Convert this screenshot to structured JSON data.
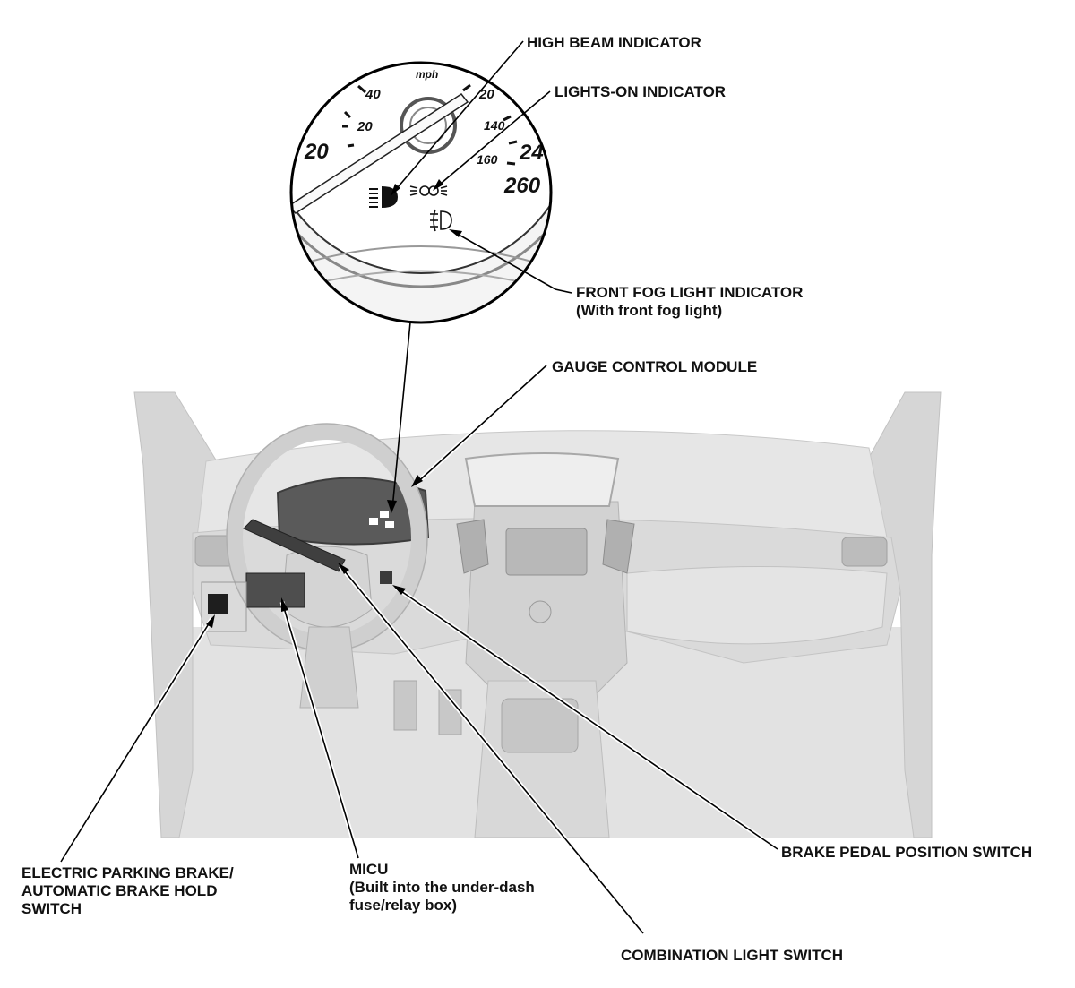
{
  "labels": {
    "high_beam": "HIGH BEAM INDICATOR",
    "lights_on": "LIGHTS-ON INDICATOR",
    "fog_line1": "FRONT FOG LIGHT INDICATOR",
    "fog_line2": "(With front fog light)",
    "gauge_module": "GAUGE CONTROL MODULE",
    "brake_pedal": "BRAKE PEDAL POSITION SWITCH",
    "combination": "COMBINATION LIGHT SWITCH",
    "micu_line1": "MICU",
    "micu_line2": "(Built into the under-dash",
    "micu_line3": "fuse/relay box)",
    "epb_line1": "ELECTRIC PARKING BRAKE/",
    "epb_line2": "AUTOMATIC BRAKE HOLD",
    "epb_line3": "SWITCH"
  },
  "gauge": {
    "unit": "mph",
    "n40": "40",
    "n20": "20",
    "n20b": "20",
    "n20c": "20",
    "n140": "140",
    "n160": "160",
    "n24": "24",
    "n260": "260"
  },
  "colors": {
    "car_body": "#dcdcdc",
    "car_shade": "#c4c4c4",
    "cluster": "#5a5a5a",
    "line": "#000000"
  }
}
